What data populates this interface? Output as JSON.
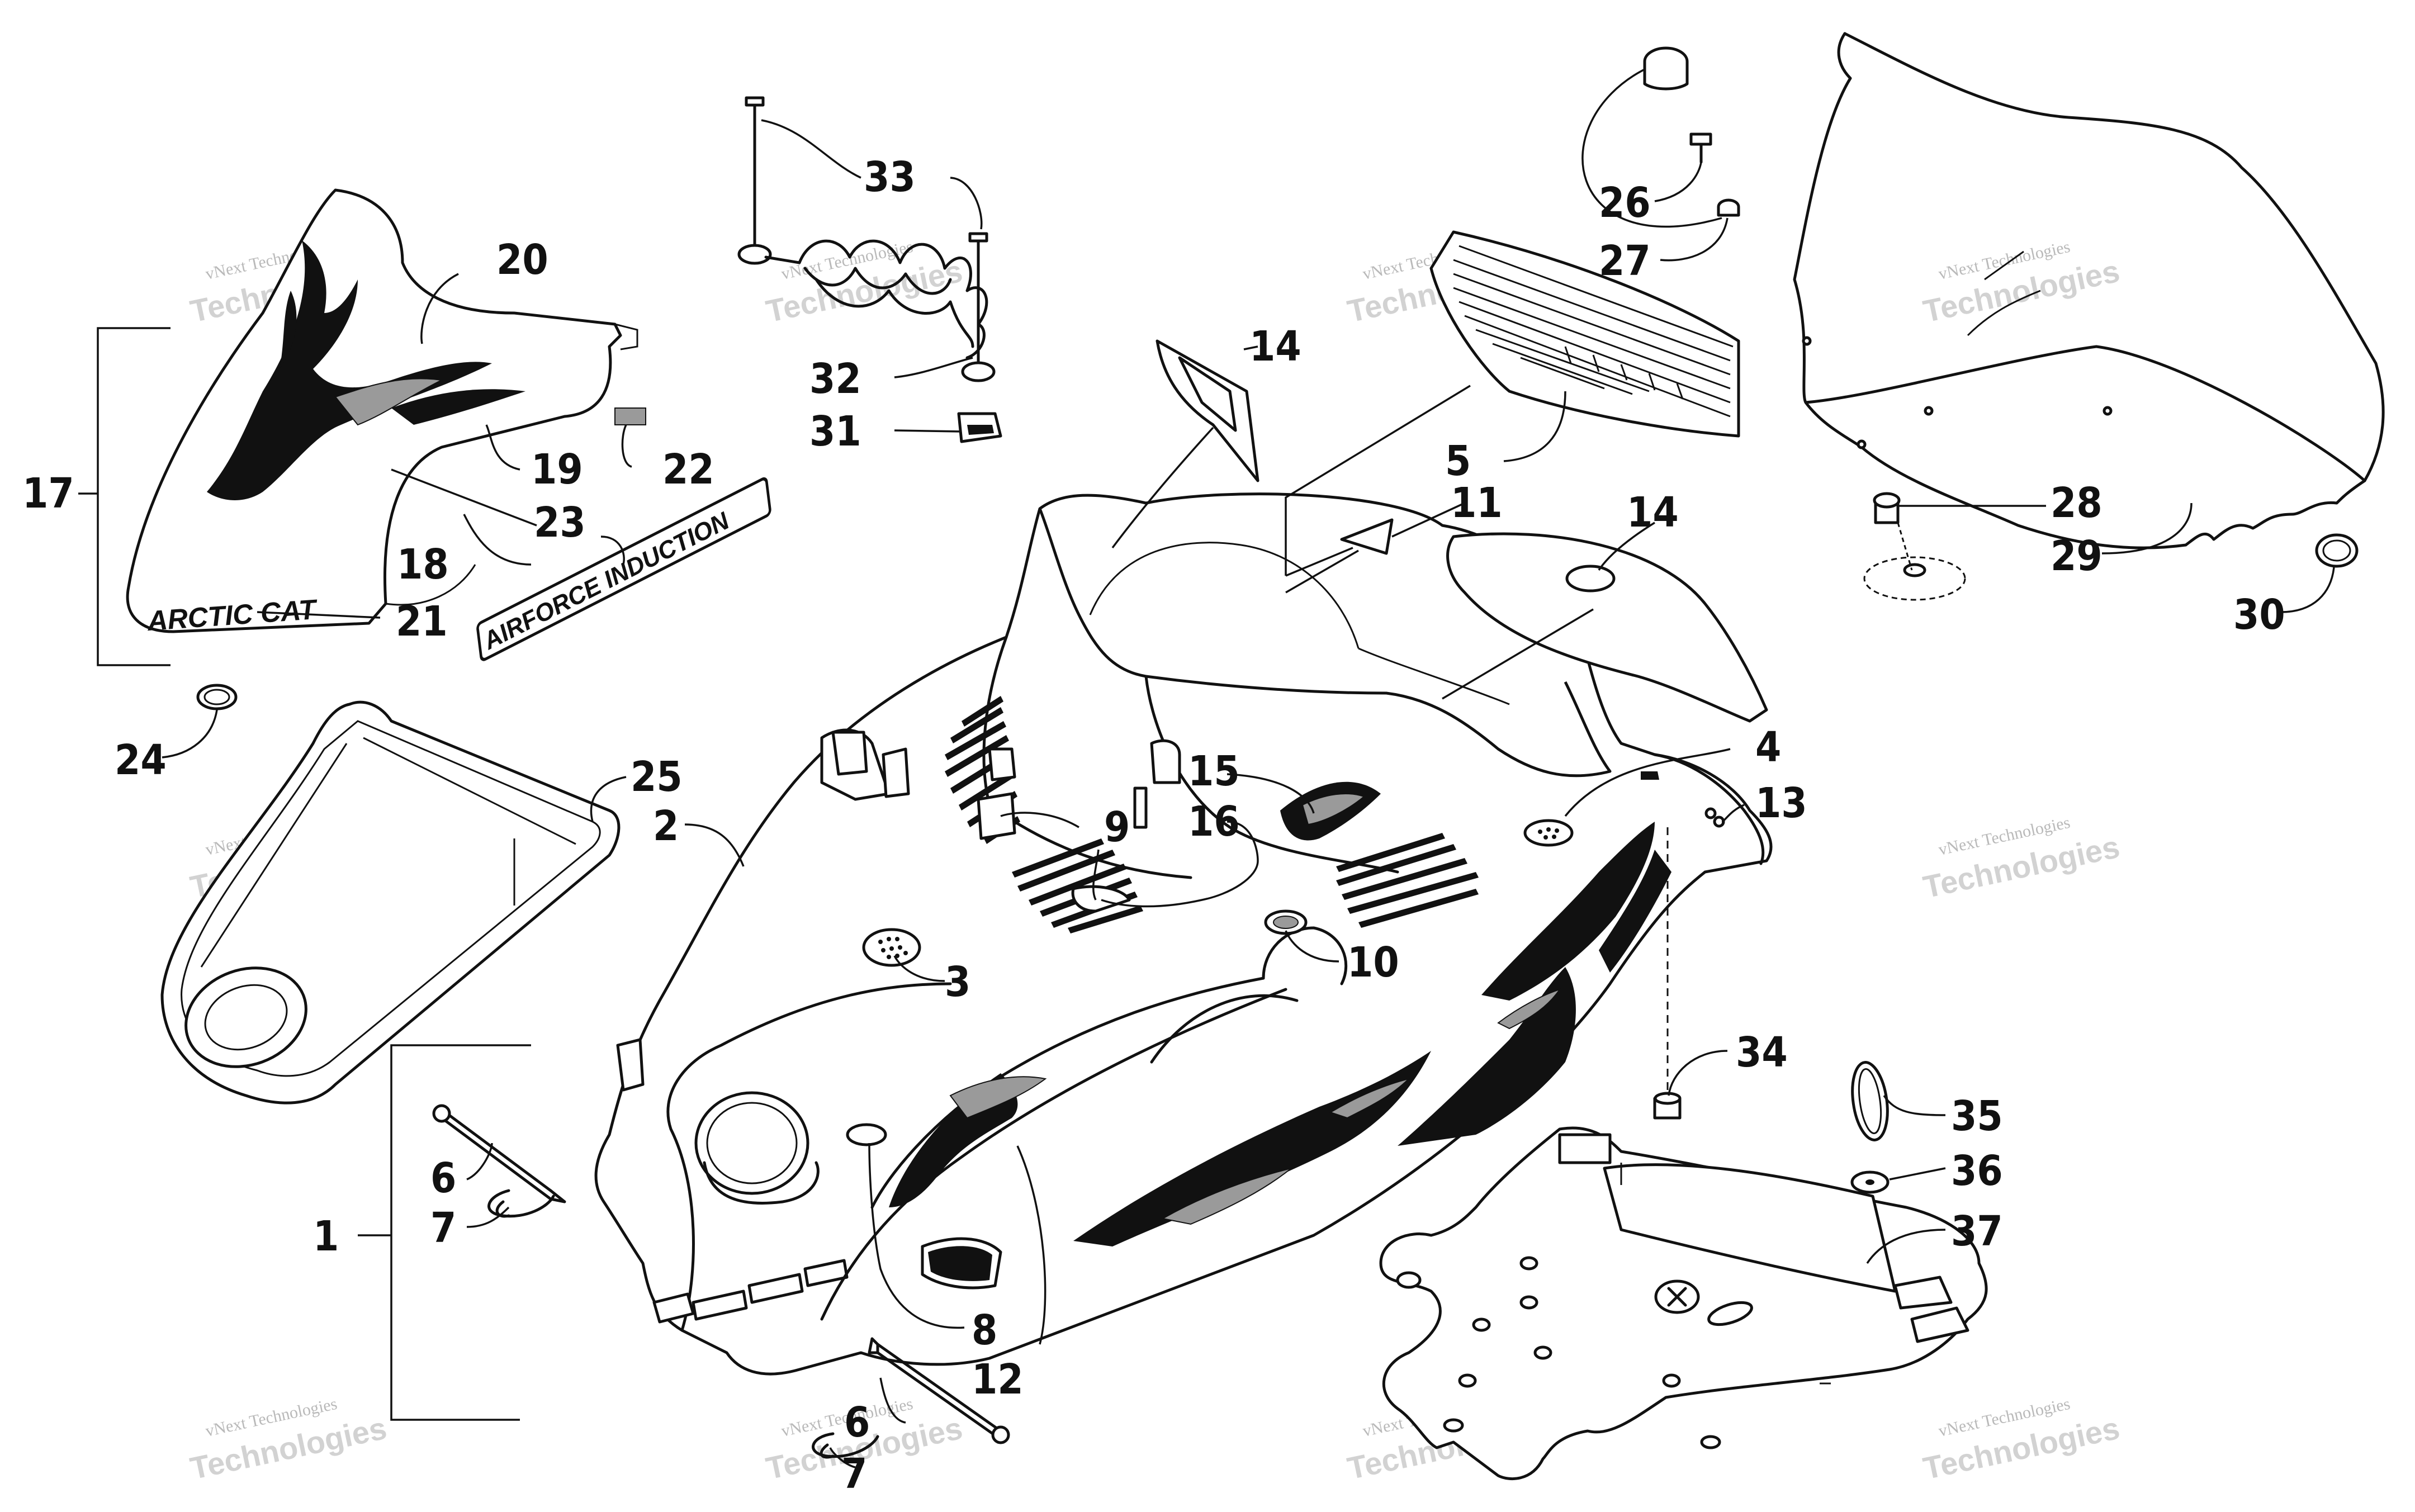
{
  "diagram": {
    "callouts": [
      "1",
      "2",
      "3",
      "4",
      "5",
      "6",
      "6",
      "7",
      "7",
      "8",
      "9",
      "10",
      "11",
      "12",
      "13",
      "14",
      "14",
      "15",
      "16",
      "17",
      "18",
      "19",
      "20",
      "21",
      "22",
      "23",
      "24",
      "25",
      "26",
      "27",
      "28",
      "29",
      "30",
      "31",
      "32",
      "33",
      "34",
      "35",
      "36",
      "37"
    ],
    "decal_texts": {
      "airforce": "AIRFORCE INDUCTION",
      "arctic_cat": "ARCTIC CAT"
    },
    "watermark": {
      "line1": "vNext Technologies",
      "line2": "Technologies"
    }
  }
}
